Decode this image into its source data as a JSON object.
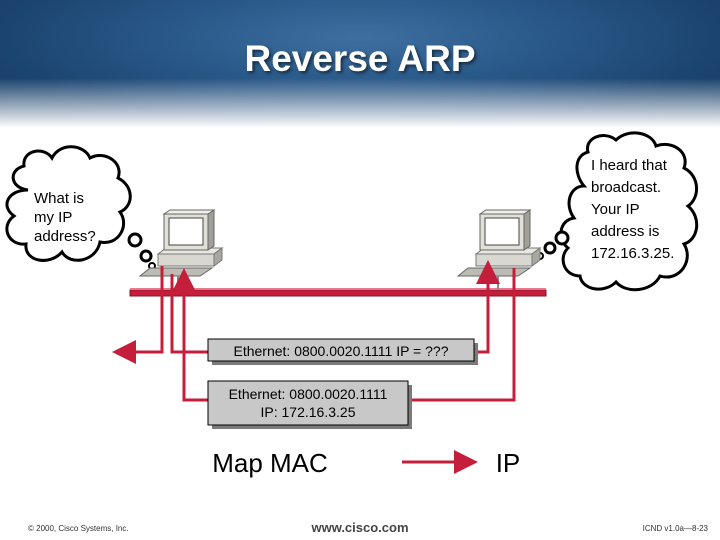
{
  "title": "Reverse ARP",
  "thought_left": {
    "lines": [
      "What is",
      "my IP",
      "address?"
    ]
  },
  "thought_right": {
    "lines": [
      "I heard that",
      "broadcast.",
      "Your IP",
      "address is",
      "172.16.3.25."
    ]
  },
  "request_box": {
    "text": "Ethernet: 0800.0020.1111 IP = ???"
  },
  "reply_box": {
    "lines": [
      "Ethernet: 0800.0020.1111",
      "IP: 172.16.3.25"
    ]
  },
  "mapping": {
    "from_label": "Map MAC",
    "to_label": "IP"
  },
  "footer": {
    "copyright": "© 2000, Cisco Systems, Inc.",
    "website": "www.cisco.com",
    "slide_id": "ICND v1.0a—8-23"
  },
  "colors": {
    "network_line": "#c41e3a",
    "box_fill": "#c8c8c8",
    "arrow": "#c41e3a"
  },
  "icons": [
    "workstation-icon",
    "workstation-icon"
  ]
}
